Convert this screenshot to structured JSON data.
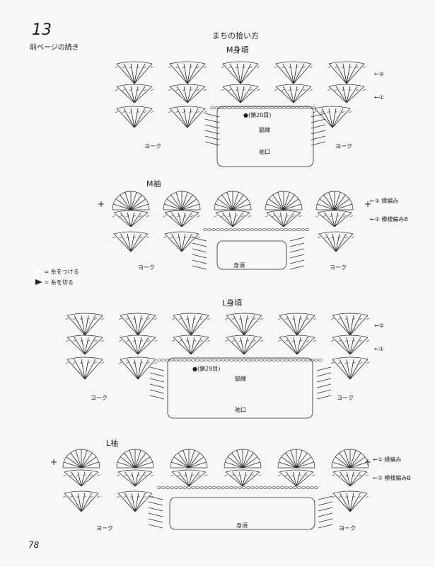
{
  "header": {
    "pattern_number": "13",
    "continued_text": "前ページの続き",
    "main_title": "まちの拾い方"
  },
  "diagrams": [
    {
      "id": "m-body",
      "title": "M身頃",
      "side_labels": [
        "②",
        "①"
      ],
      "center_note": "●(鎖20目)",
      "center_label": "脇線",
      "bottom_label": "袖口",
      "left_label": "ヨーク",
      "right_label": "ヨーク"
    },
    {
      "id": "m-sleeve",
      "title": "M袖",
      "side_labels": [
        "① 縁編み",
        "① 模様編みB"
      ],
      "center_label": "身頃",
      "left_label": "ヨーク",
      "right_label": "ヨーク"
    },
    {
      "id": "l-body",
      "title": "L身頃",
      "side_labels": [
        "②",
        "①"
      ],
      "center_note": "●(鎖29目)",
      "center_label": "脇線",
      "bottom_label": "袖口",
      "left_label": "ヨーク",
      "right_label": "ヨーク"
    },
    {
      "id": "l-sleeve",
      "title": "L袖",
      "side_labels": [
        "① 縁編み",
        "① 模様編みB"
      ],
      "center_label": "身頃",
      "left_label": "ヨーク",
      "right_label": "ヨーク"
    }
  ],
  "legend": {
    "attach_yarn": "= 糸をつける",
    "cut_yarn": "= 糸を切る"
  },
  "page_number": "78"
}
